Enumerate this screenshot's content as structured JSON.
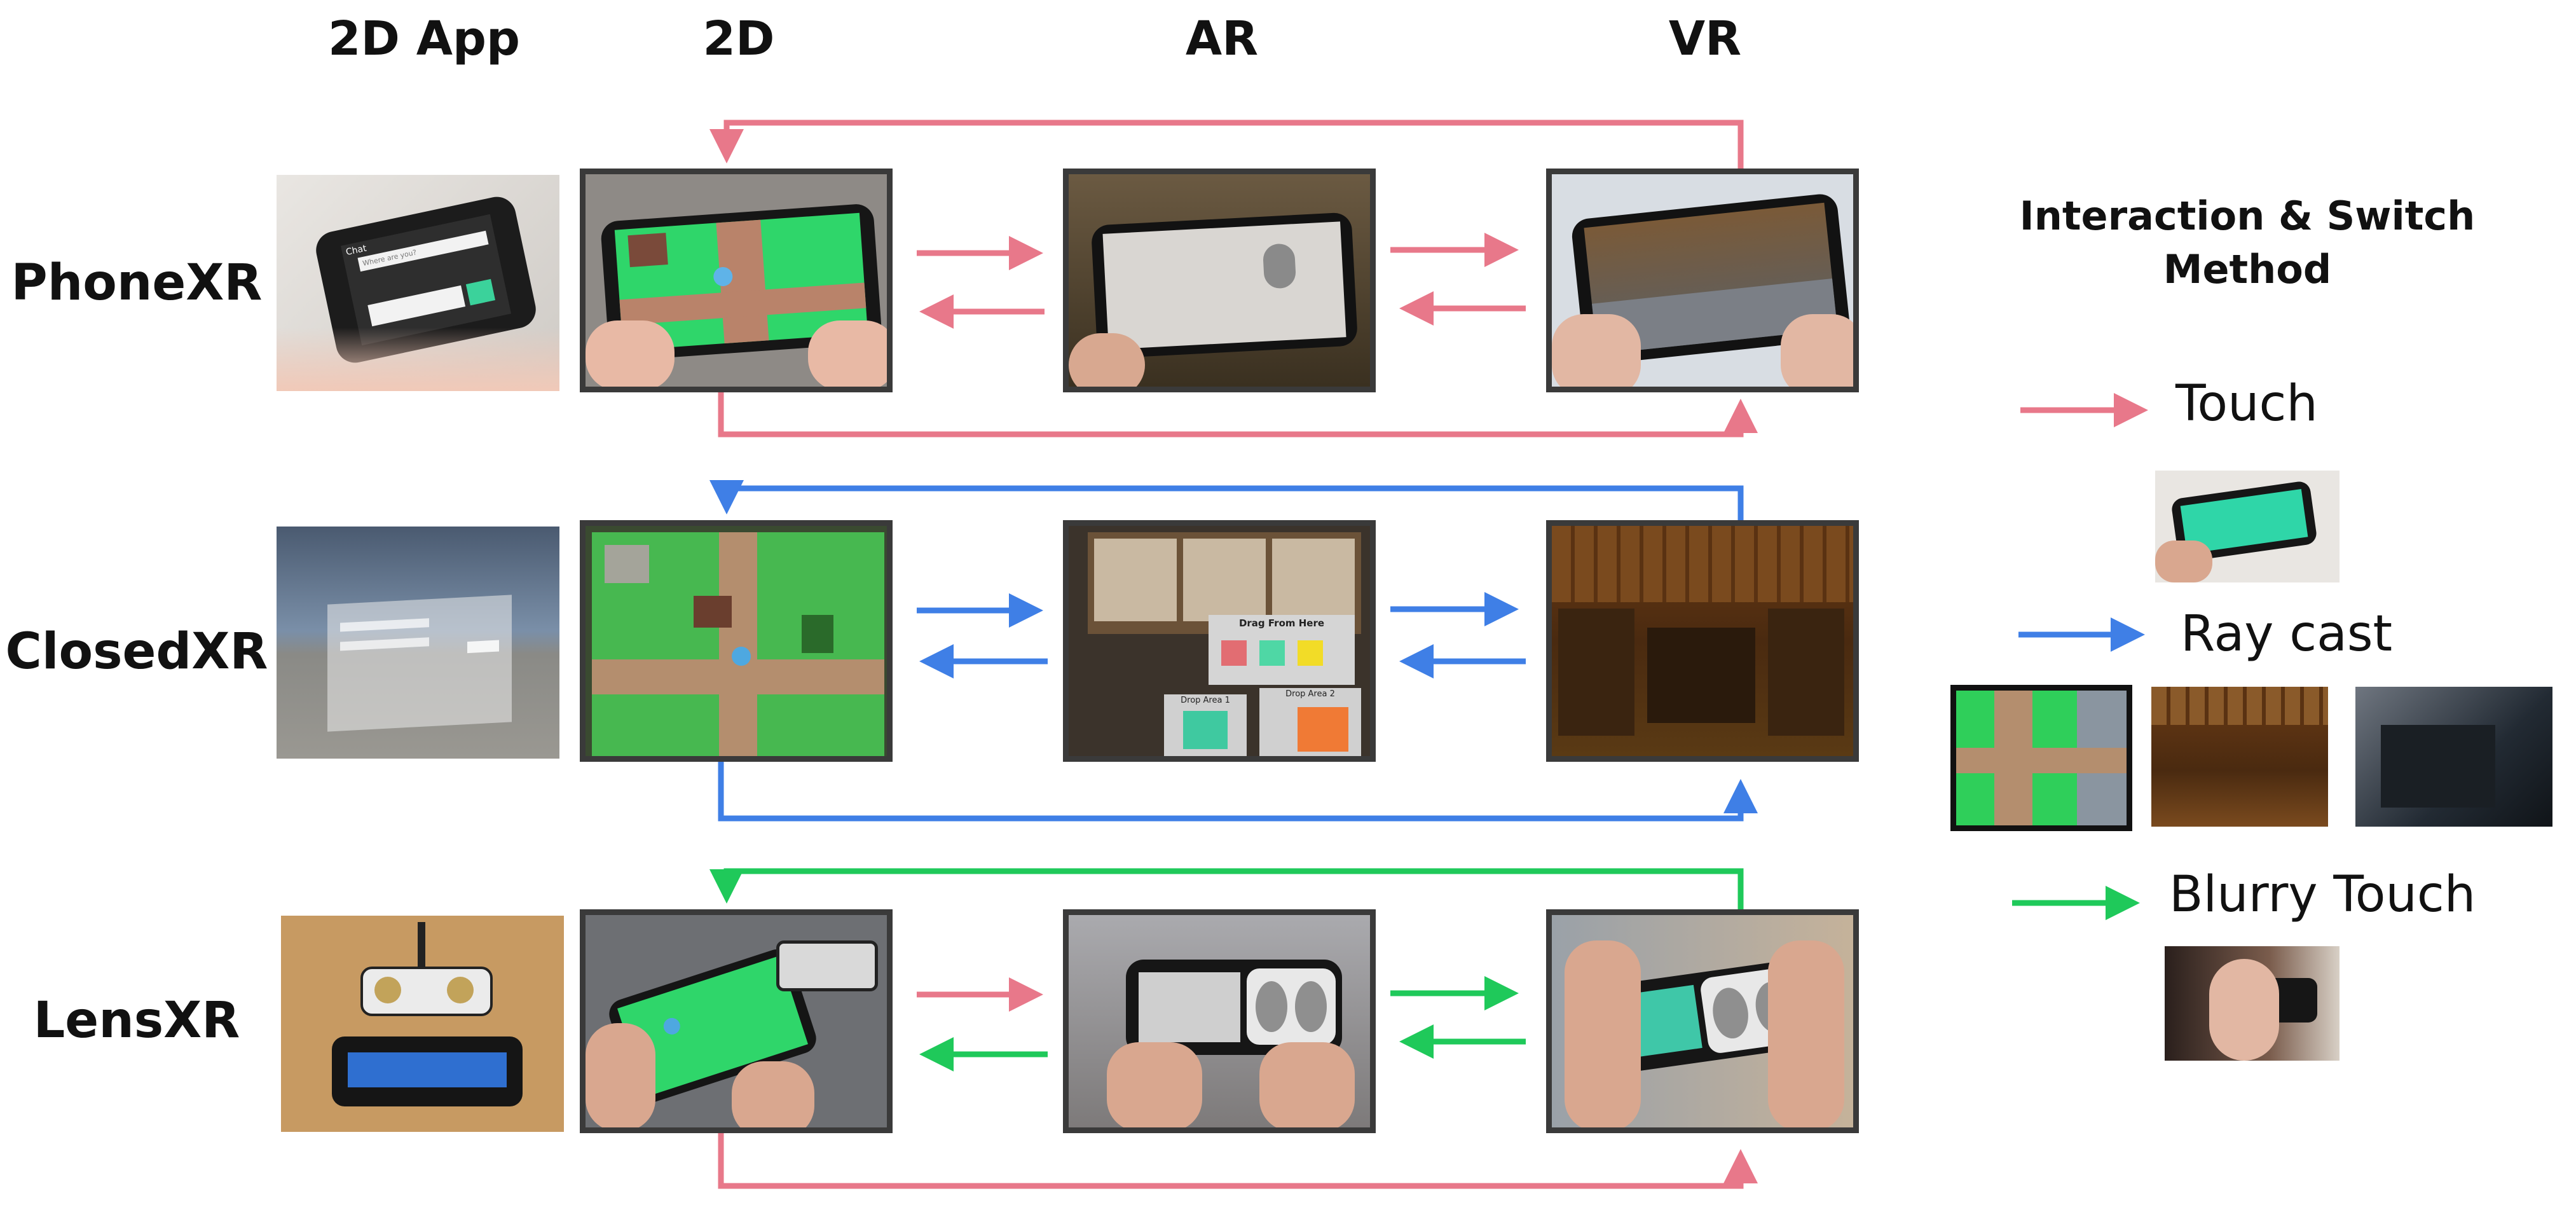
{
  "columns": {
    "app2d": "2D App",
    "d2": "2D",
    "ar": "AR",
    "vr": "VR"
  },
  "rows": {
    "phonexr": "PhoneXR",
    "closedxr": "ClosedXR",
    "lensxr": "LensXR"
  },
  "legend": {
    "title": "Interaction & Switch Method",
    "items": [
      {
        "label": "Touch",
        "color": "#e8788a"
      },
      {
        "label": "Ray cast",
        "color": "#3f7fe6"
      },
      {
        "label": "Blurry Touch",
        "color": "#1fc95a"
      }
    ]
  },
  "photo_text": {
    "phone_chat_title": "Chat",
    "phone_chat_placeholder": "Where are you?",
    "drag_from_here": "Drag From Here",
    "drop_area_1": "Drop Area 1",
    "drop_area_2": "Drop Area 2"
  },
  "colors": {
    "touch": "#e8788a",
    "raycast": "#3f7fe6",
    "blurry_touch": "#1fc95a",
    "frame": "#3a3a3a"
  }
}
